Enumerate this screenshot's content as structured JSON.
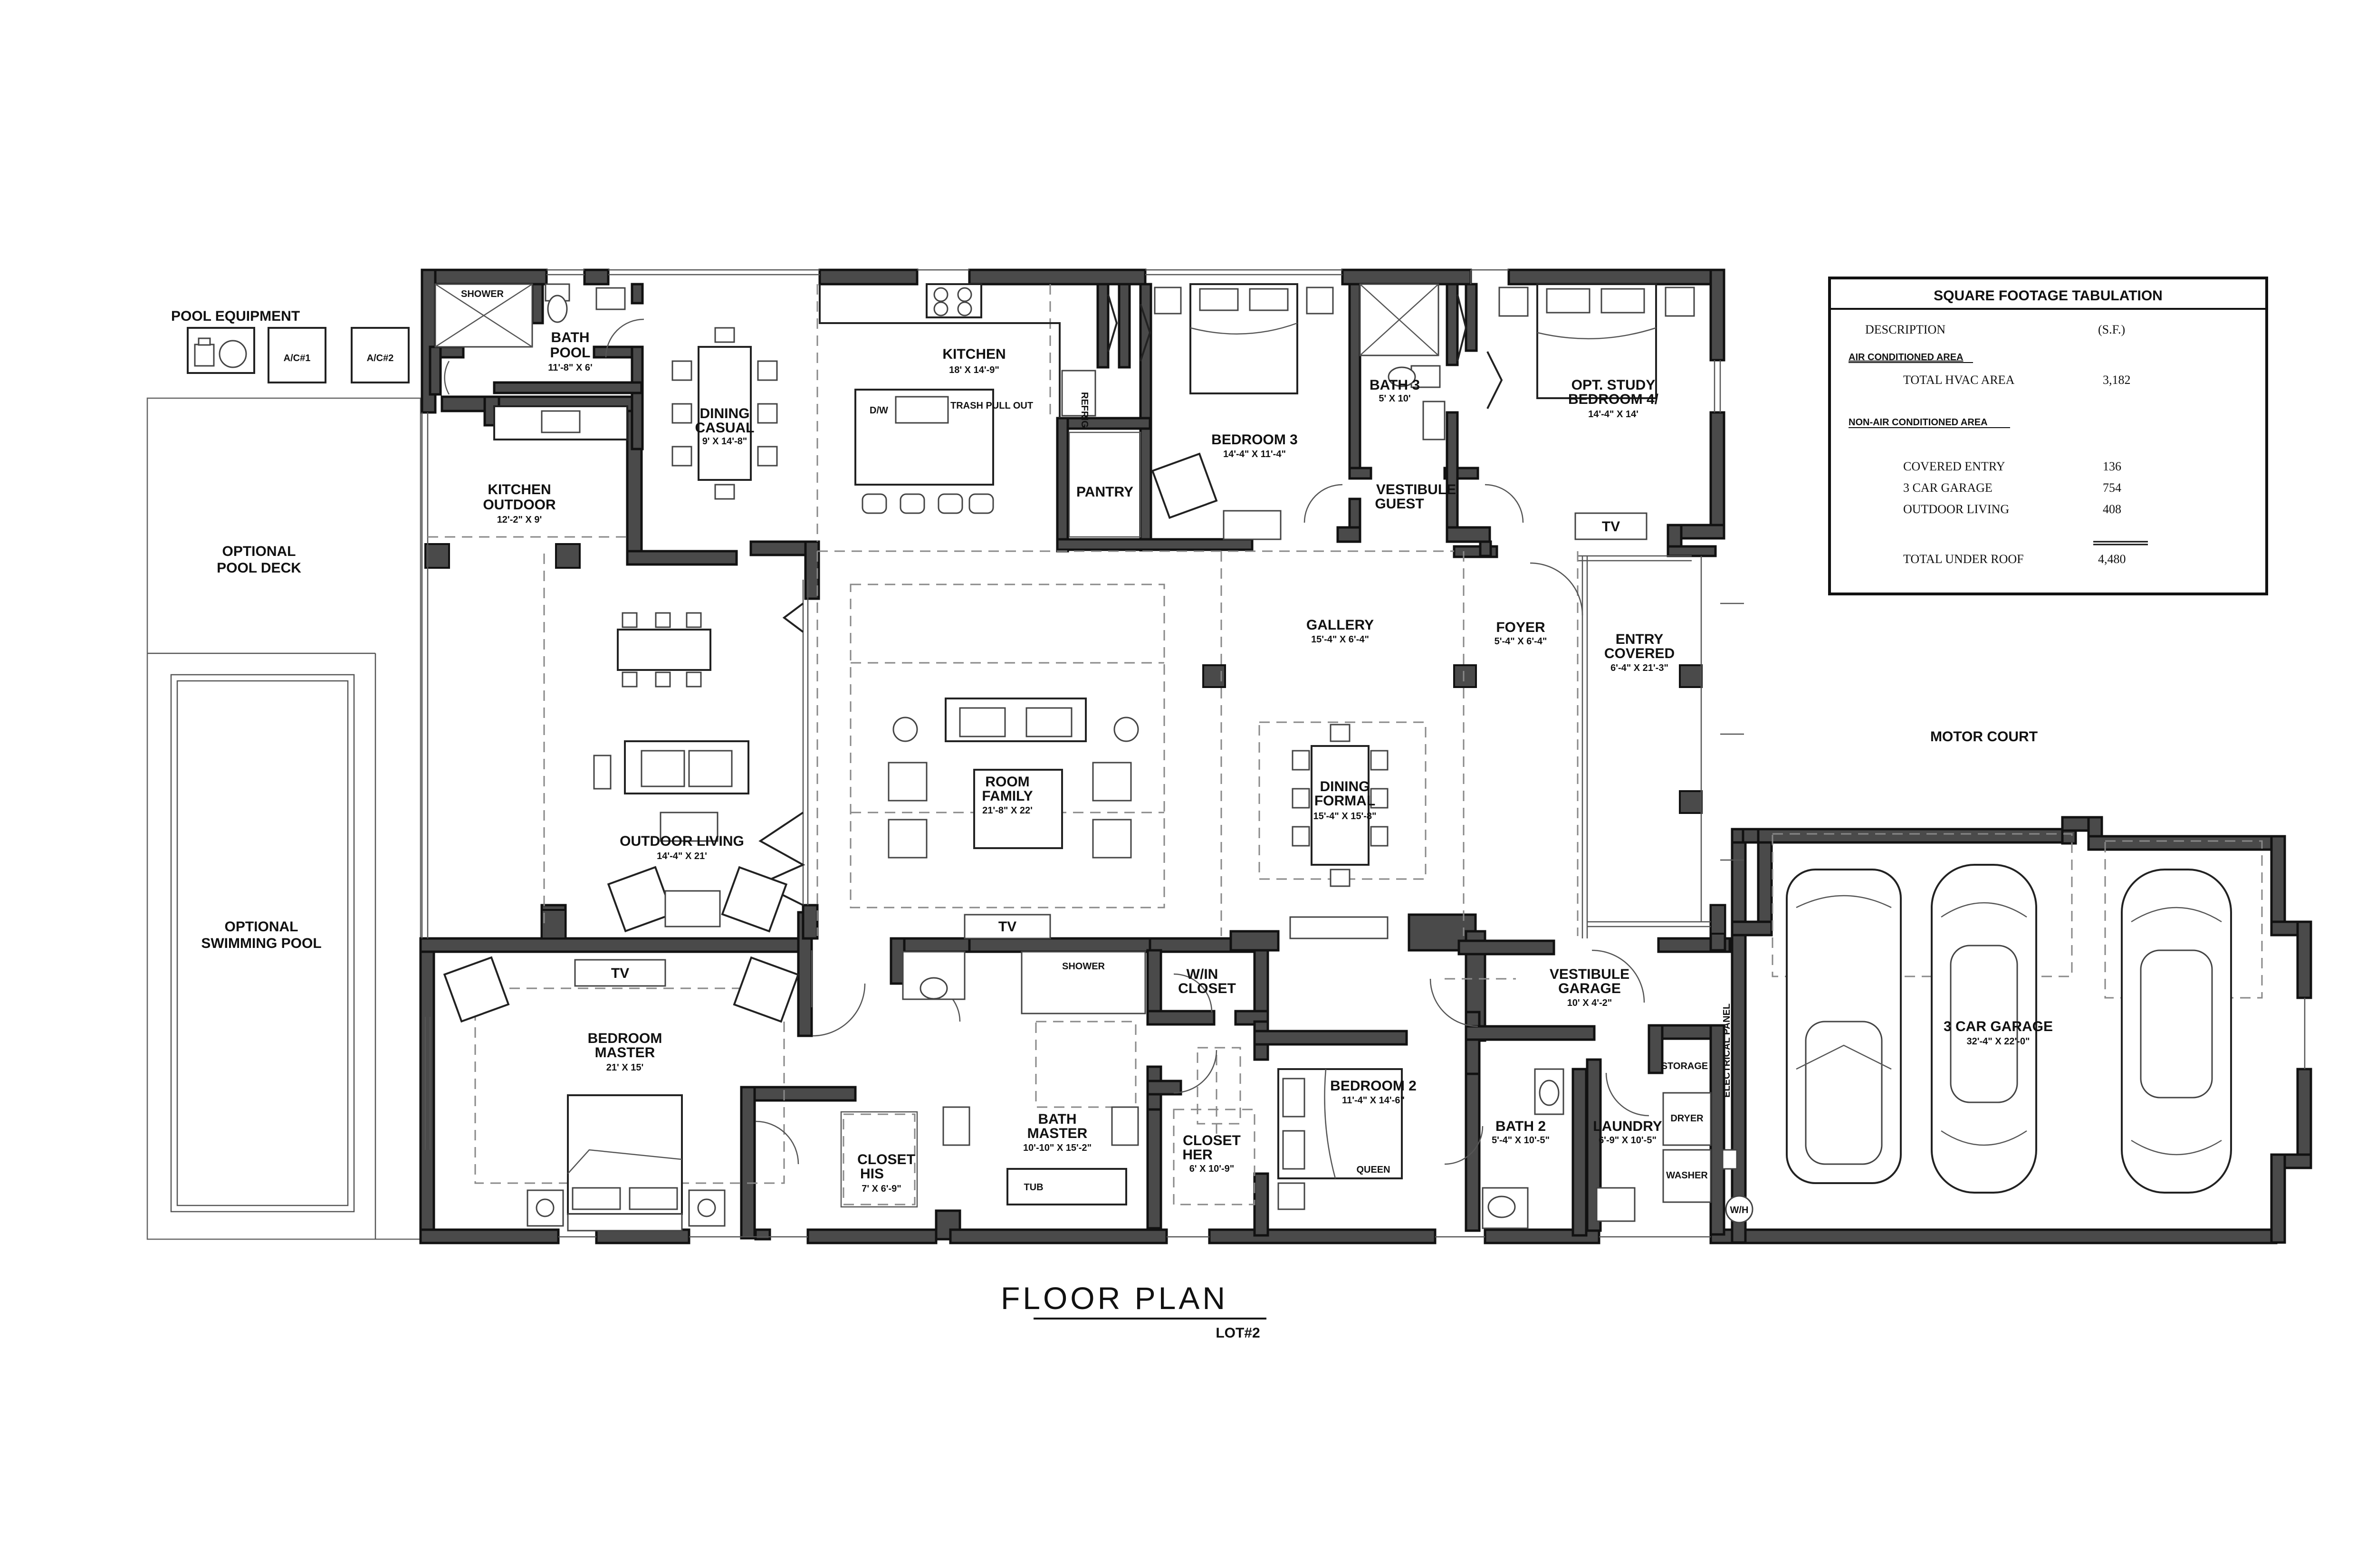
{
  "drawing": {
    "title": "FLOOR PLAN",
    "subtitle": "LOT#2"
  },
  "rooms": {
    "bath_pool": {
      "name_a": "BATH",
      "name_b": "POOL",
      "dim": "11'-8\" X 6'"
    },
    "shower_pool": "SHOWER",
    "pool_equipment": "POOL EQUIPMENT",
    "ac1": "A/C#1",
    "ac2": "A/C#2",
    "dining_casual": {
      "name_a": "DINING",
      "name_b": "CASUAL",
      "dim": "9' X 14'-8\""
    },
    "kitchen": {
      "name": "KITCHEN",
      "dim": "18' X 14'-9\""
    },
    "pantry": "PANTRY",
    "bedroom3": {
      "name": "BEDROOM 3",
      "dim": "14'-4\" X 11'-4\""
    },
    "bath3": {
      "name": "BATH 3",
      "dim": "5' X 10'"
    },
    "vestibule_guest": {
      "name_a": "VESTIBULE",
      "name_b": "GUEST"
    },
    "bedroom4": {
      "name_a": "OPT. STUDY",
      "name_b": "BEDROOM 4/",
      "dim": "14'-4\" X 14'"
    },
    "tv_b4": "TV",
    "kitchen_outdoor": {
      "name_a": "KITCHEN",
      "name_b": "OUTDOOR",
      "dim": "12'-2\" X 9'"
    },
    "optional_pool_deck": {
      "name_a": "OPTIONAL",
      "name_b": "POOL DECK"
    },
    "optional_pool": {
      "name_a": "OPTIONAL",
      "name_b": "SWIMMING POOL"
    },
    "outdoor_living": {
      "name": "OUTDOOR LIVING",
      "dim": "14'-4\" X 21'"
    },
    "room_family": {
      "name_a": "ROOM",
      "name_b": "FAMILY",
      "dim": "21'-8\" X 22'"
    },
    "tv_family": "TV",
    "gallery": {
      "name": "GALLERY",
      "dim": "15'-4\" X 6'-4\""
    },
    "dining_formal": {
      "name_a": "DINING",
      "name_b": "FORMAL",
      "dim": "15'-4\" X 15'-8\""
    },
    "foyer": {
      "name": "FOYER",
      "dim": "5'-4\" X 6'-4\""
    },
    "entry_covered": {
      "name_a": "ENTRY",
      "name_b": "COVERED",
      "dim": "6'-4\" X 21'-3\""
    },
    "motor_court": "MOTOR COURT",
    "bedroom_master": {
      "name_a": "BEDROOM",
      "name_b": "MASTER",
      "dim": "21' X 15'"
    },
    "tv_master": "TV",
    "closet_his": {
      "name_a": "CLOSET",
      "name_b": "HIS",
      "dim": "7' X 6'-9\""
    },
    "bath_master": {
      "name_a": "BATH",
      "name_b": "MASTER",
      "dim": "10'-10\" X 15'-2\""
    },
    "shower_master": "SHOWER",
    "tub": "TUB",
    "wic": {
      "name_a": "W/IN",
      "name_b": "CLOSET"
    },
    "closet_her": {
      "name_a": "CLOSET",
      "name_b": "HER",
      "dim": "6' X 10'-9\""
    },
    "bedroom2": {
      "name": "BEDROOM 2",
      "dim": "11'-4\" X 14'-6\""
    },
    "vestibule_garage": {
      "name_a": "VESTIBULE",
      "name_b": "GARAGE",
      "dim": "10' X 4'-2\""
    },
    "bath2": {
      "name": "BATH 2",
      "dim": "5'-4\" X 10'-5\""
    },
    "laundry": {
      "name": "LAUNDRY",
      "dim": "6'-9\" X 10'-5\""
    },
    "storage": "STORAGE",
    "garage": {
      "name": "3 CAR GARAGE",
      "dim": "32'-4\" X 22'-0\""
    },
    "wh": "W/H",
    "dryer": "DRYER",
    "washer": "WASHER",
    "electrical_panel": "ELECTRICAL PANEL",
    "queen": "QUEEN",
    "trash": "TRASH PULL OUT",
    "dw": "D/W",
    "refrig": "REFRIG"
  },
  "tabulation": {
    "title": "SQUARE FOOTAGE TABULATION",
    "col_desc": "DESCRIPTION",
    "col_sf": "(S.F.)",
    "section_ac": "AIR CONDITIONED AREA",
    "rows_ac": [
      {
        "label": "TOTAL HVAC AREA",
        "value": "3,182"
      }
    ],
    "section_non": "NON-AIR CONDITIONED AREA",
    "rows_non": [
      {
        "label": "COVERED ENTRY",
        "value": "136"
      },
      {
        "label": "3 CAR GARAGE",
        "value": "754"
      },
      {
        "label": "OUTDOOR LIVING",
        "value": "408"
      }
    ],
    "total": {
      "label": "TOTAL UNDER ROOF",
      "value": "4,480"
    }
  }
}
